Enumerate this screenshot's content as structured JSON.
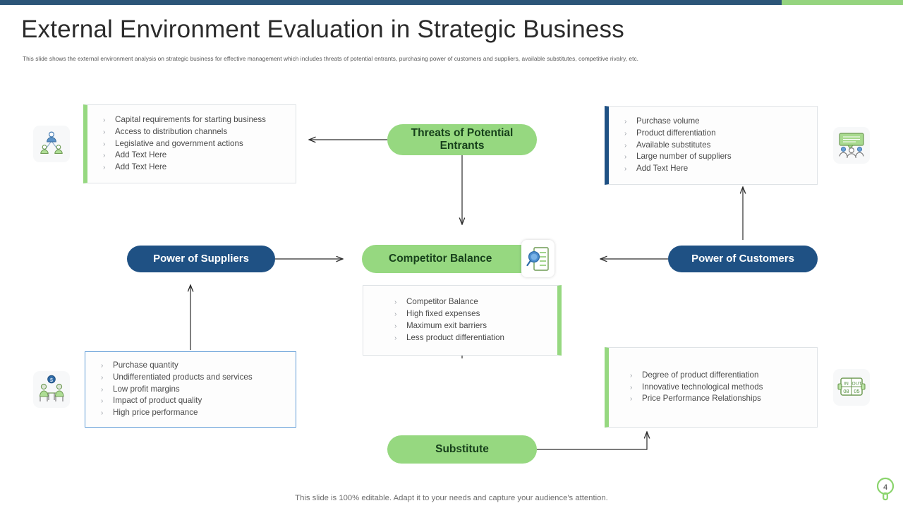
{
  "header": {
    "title": "External Environment Evaluation in Strategic  Business",
    "subtitle": "This slide shows the external environment analysis on strategic business  for effective management which includes threats of potential entrants, purchasing power  of customers and suppliers, available substitutes, competitive rivalry, etc.",
    "bar_blue_color": "#2c5578",
    "bar_green_color": "#95d47f"
  },
  "nodes": {
    "threats": {
      "label": "Threats of Potential\nEntrants",
      "line1": "Threats of Potential",
      "line2": "Entrants",
      "color": "#96d880"
    },
    "competitor": {
      "label": "Competitor Balance",
      "color": "#96d880"
    },
    "substitute": {
      "label": "Substitute",
      "color": "#96d880"
    },
    "suppliers": {
      "label": "Power of Suppliers",
      "color": "#1f5184"
    },
    "customers": {
      "label": "Power of Customers",
      "color": "#1f5184"
    }
  },
  "boxes": {
    "entrants": {
      "accent": "#96d880",
      "items": [
        "Capital requirements  for starting business",
        "Access to distribution  channels",
        "Legislative  and government  actions",
        "Add Text Here",
        "Add Text Here"
      ]
    },
    "customers_top": {
      "accent": "#1f5184",
      "items": [
        "Purchase volume",
        "Product differentiation",
        "Available  substitutes",
        "Large number of suppliers",
        "Add Text Here"
      ]
    },
    "competitor_center": {
      "accent": "#96d880",
      "items": [
        "Competitor  Balance",
        "High fixed expenses",
        "Maximum exit barriers",
        "Less product differentiation"
      ]
    },
    "suppliers_bottom": {
      "accent": "#1f5184",
      "items": [
        "Purchase quantity",
        "Undifferentiated  products and services",
        "Low profit margins",
        "Impact of product quality",
        "High price performance"
      ]
    },
    "substitute_bottom": {
      "accent": "#96d880",
      "items": [
        "Degree  of product differentiation",
        "Innovative  technological methods",
        "Price Performance  Relationships"
      ]
    }
  },
  "icons": {
    "top_left": "org-hierarchy-icon",
    "top_right": "group-discussion-icon",
    "bottom_left": "negotiation-deal-icon",
    "bottom_right": "in-out-counter-icon",
    "competitor": "document-search-icon",
    "in_label": "IN",
    "out_label": "OUT",
    "in_value": "08",
    "out_value": "05",
    "currency_symbol": "$"
  },
  "footer": {
    "note": "This slide is 100% editable. Adapt it to your needs and capture your audience's attention.",
    "page_number": "4"
  },
  "bullet_glyph": "›"
}
